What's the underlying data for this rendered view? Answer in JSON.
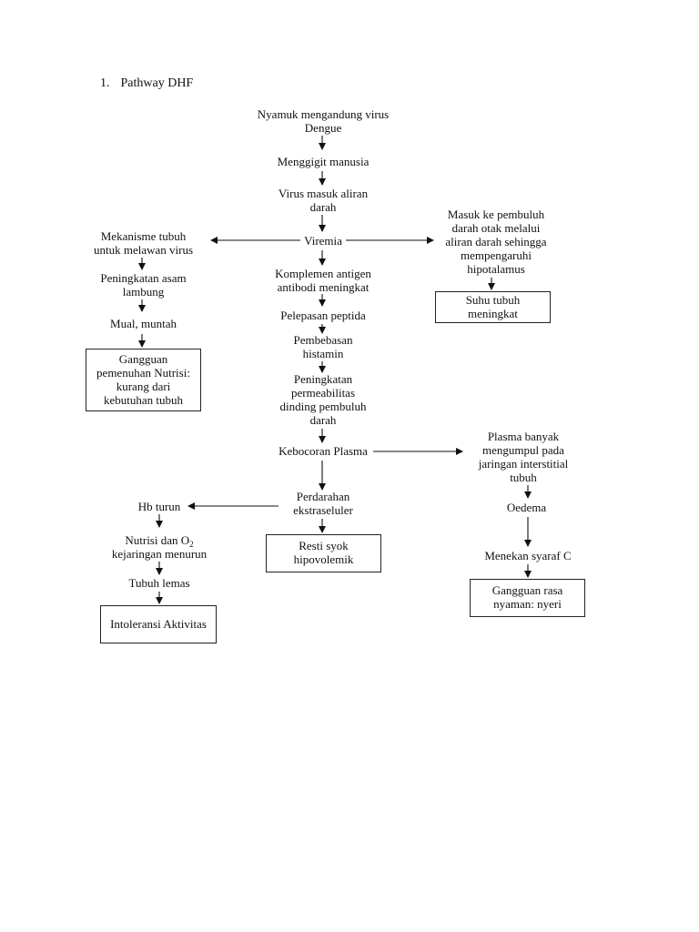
{
  "heading": {
    "number": "1.",
    "title": "Pathway DHF"
  },
  "nodes": {
    "mosquito": [
      "Nyamuk mengandung virus",
      "Dengue"
    ],
    "bite": [
      "Menggigit manusia"
    ],
    "virus_blood": [
      "Virus masuk aliran",
      "darah"
    ],
    "viremia": [
      "Viremia"
    ],
    "body_mechanism": [
      "Mekanisme tubuh",
      "untuk melawan virus"
    ],
    "acid_increase": [
      "Peningkatan asam",
      "lambung"
    ],
    "nausea": [
      "Mual, muntah"
    ],
    "nutrition_problem": [
      "Gangguan",
      "pemenuhan Nutrisi:",
      "kurang dari",
      "kebutuhan tubuh"
    ],
    "brain_vessel": [
      "Masuk ke pembuluh",
      "darah otak melalui",
      "aliran darah sehingga",
      "mempengaruhi",
      "hipotalamus"
    ],
    "temperature": [
      "Suhu tubuh",
      "meningkat"
    ],
    "complement": [
      "Komplemen antigen",
      "antibodi meningkat"
    ],
    "peptide": [
      "Pelepasan peptida"
    ],
    "histamine": [
      "Pembebasan",
      "histamin"
    ],
    "permeability": [
      "Peningkatan",
      "permeabilitas",
      "dinding pembuluh",
      "darah"
    ],
    "plasma_leak": [
      "Kebocoran Plasma"
    ],
    "plasma_pool": [
      "Plasma banyak",
      "mengumpul pada",
      "jaringan interstitial",
      "tubuh"
    ],
    "oedema": [
      "Oedema"
    ],
    "nerve": [
      "Menekan syaraf C"
    ],
    "pain": [
      "Gangguan rasa",
      "nyaman: nyeri"
    ],
    "bleeding": [
      "Perdarahan",
      "ekstraseluler"
    ],
    "shock_risk": [
      "Resti syok",
      "hipovolemik"
    ],
    "hb_down": [
      "Hb turun"
    ],
    "nutrition_o2": {
      "line1_before": "Nutrisi dan O",
      "line1_sub": "2",
      "line2": "kejaringan menurun"
    },
    "weak": [
      "Tubuh lemas"
    ],
    "intolerance": [
      "Intoleransi Aktivitas"
    ]
  }
}
